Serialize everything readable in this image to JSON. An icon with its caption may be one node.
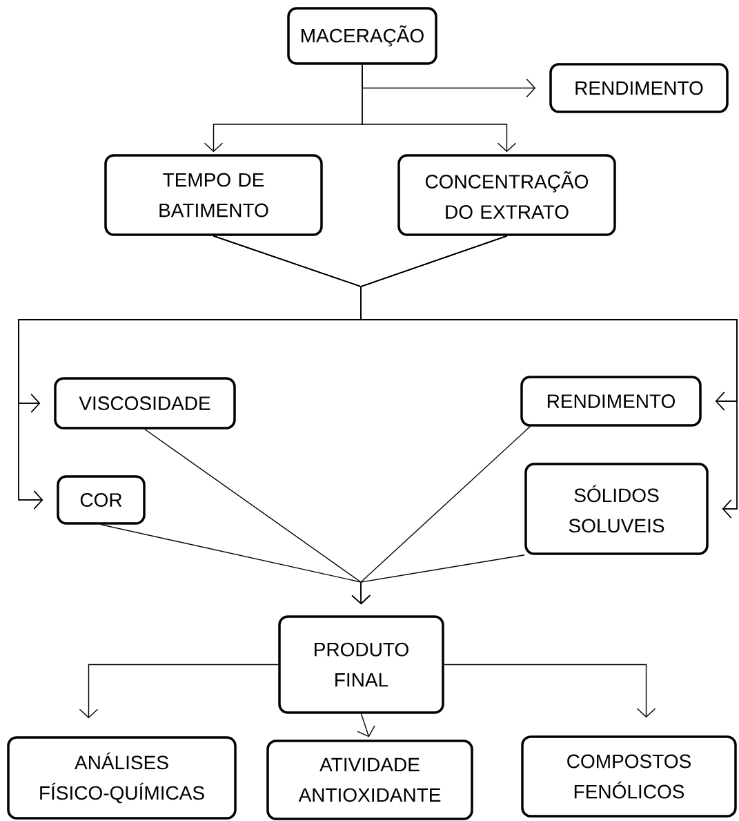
{
  "diagram": {
    "nodes": [
      {
        "text": [
          "MACERAÇÃO"
        ]
      },
      {
        "text": [
          "RENDIMENTO"
        ]
      },
      {
        "text": [
          "TEMPO DE BATIMENTO"
        ]
      },
      {
        "text": [
          "CONCENTRAÇÃO DO EXTRATO"
        ]
      },
      {
        "text": [
          "VISCOSIDADE"
        ]
      },
      {
        "text": [
          "RENDIMENTO"
        ]
      },
      {
        "text": [
          "COR"
        ]
      },
      {
        "text": [
          "SÓLIDOS SOLUVEIS"
        ]
      },
      {
        "text": [
          "PRODUTO FINAL"
        ]
      },
      {
        "text": [
          "ANÁLISES FÍSICO-QUÍMICAS"
        ]
      },
      {
        "text": [
          "ATIVIDADE ANTIOXIDANTE"
        ]
      },
      {
        "text": [
          "COMPOSTOS FENÓLICOS"
        ]
      }
    ],
    "edges": [
      {
        "from": 0,
        "to": 1,
        "arrow": "to"
      },
      {
        "from": 0,
        "to": 2,
        "arrow": "to"
      },
      {
        "from": 0,
        "to": 3,
        "arrow": "to"
      },
      {
        "from": 2,
        "to": 4,
        "arrow": "to"
      },
      {
        "from": 2,
        "to": 6,
        "arrow": "to"
      },
      {
        "from": 2,
        "to": 5,
        "arrow": "to"
      },
      {
        "from": 2,
        "to": 7,
        "arrow": "to"
      },
      {
        "from": 3,
        "to": 4,
        "arrow": "to"
      },
      {
        "from": 3,
        "to": 6,
        "arrow": "to"
      },
      {
        "from": 3,
        "to": 5,
        "arrow": "to"
      },
      {
        "from": 3,
        "to": 7,
        "arrow": "to"
      },
      {
        "from": 4,
        "to": 8,
        "arrow": "to"
      },
      {
        "from": 5,
        "to": 8,
        "arrow": "to"
      },
      {
        "from": 6,
        "to": 8,
        "arrow": "to"
      },
      {
        "from": 7,
        "to": 8,
        "arrow": "to"
      },
      {
        "from": 8,
        "to": 9,
        "arrow": "to"
      },
      {
        "from": 8,
        "to": 10,
        "arrow": "to"
      },
      {
        "from": 8,
        "to": 11,
        "arrow": "to"
      }
    ]
  }
}
